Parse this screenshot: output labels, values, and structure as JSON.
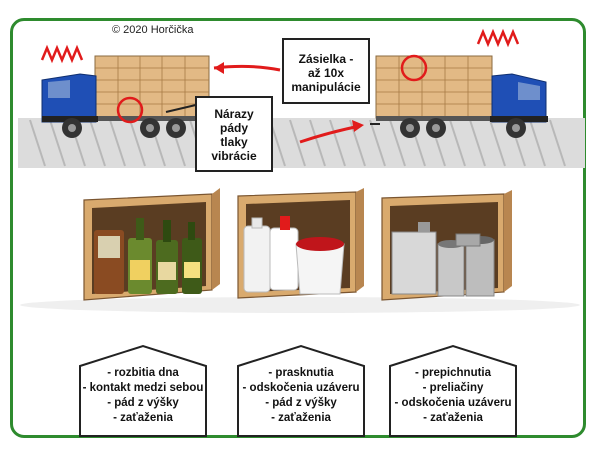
{
  "copyright": "© 2020 Horčička",
  "callouts": {
    "shipment": [
      "Zásielka -",
      "až 10x",
      "manipulácie"
    ],
    "impacts": [
      "Nárazy",
      "pády",
      "tlaky",
      "vibrácie"
    ]
  },
  "boxes": [
    {
      "lines": [
        "- rozbitia dna",
        "- kontakt medzi sebou",
        "- pád z výšky",
        "- zaťaženia"
      ]
    },
    {
      "lines": [
        "- prasknutia",
        "- odskočenia uzáveru",
        "- pád z výšky",
        "- zaťaženia"
      ]
    },
    {
      "lines": [
        "- prepichnutia",
        "- preliačiny",
        "- odskočenia uzáveru",
        "- zaťaženia"
      ]
    }
  ],
  "colors": {
    "frame": "#2e8b2e",
    "truck_cab": "#1f4fb5",
    "cargo": "#e2b985",
    "marker": "#e11b1b",
    "carton": "#c9955a"
  }
}
